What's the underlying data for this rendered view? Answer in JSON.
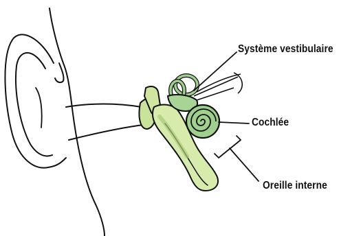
{
  "labels": {
    "vestibular": "Système vestibulaire",
    "cochlea": "Cochlée",
    "inner_ear": "Oreille interne"
  },
  "colors": {
    "background": "#ffffff",
    "outline": "#111111",
    "bone_light": "#d4e8a8",
    "bone_mid": "#b9d889",
    "inner_green": "#9fd08e",
    "inner_green_dark": "#76b46a"
  }
}
